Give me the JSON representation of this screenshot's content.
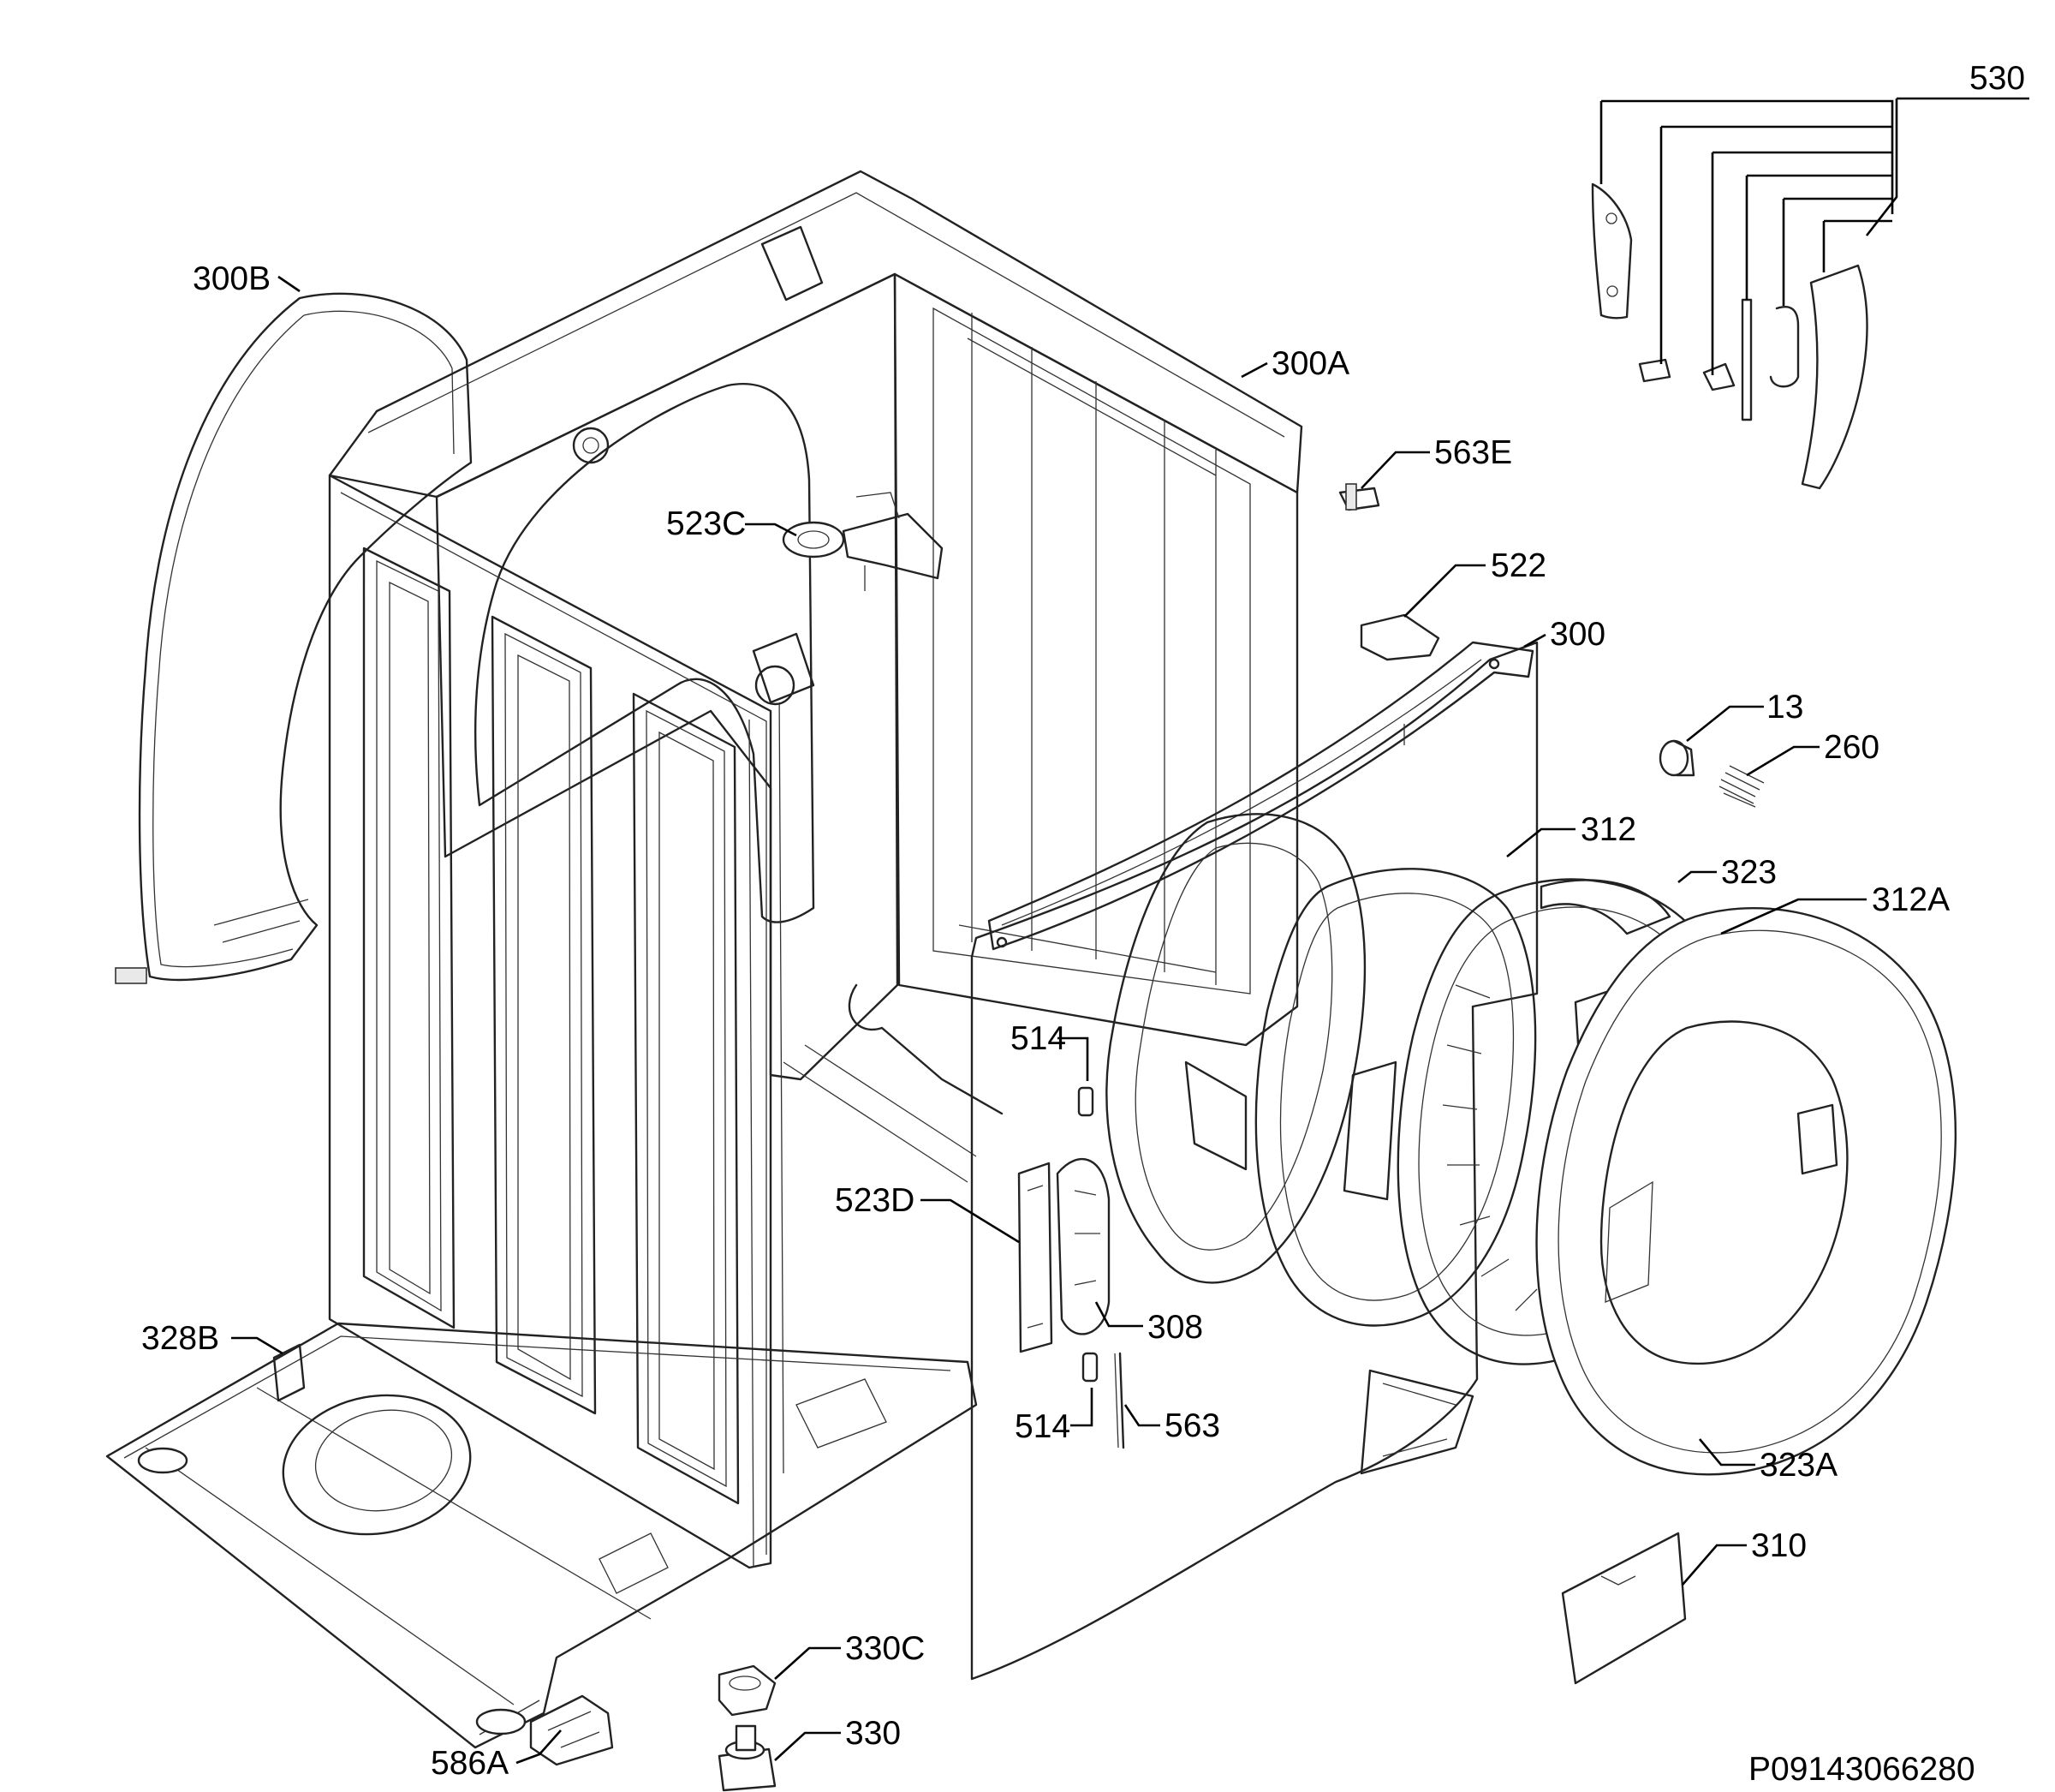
{
  "labels": {
    "l530": "530",
    "l300B": "300B",
    "l300A": "300A",
    "l563E": "563E",
    "l523C": "523C",
    "l522": "522",
    "l300": "300",
    "l13": "13",
    "l260": "260",
    "l312": "312",
    "l323": "323",
    "l312A": "312A",
    "l514a": "514",
    "l523D": "523D",
    "l308": "308",
    "l328B": "328B",
    "l514b": "514",
    "l563": "563",
    "l323A": "323A",
    "l310": "310",
    "l330C": "330C",
    "l330": "330",
    "l586A": "586A",
    "doc_code": "P09143066280"
  }
}
